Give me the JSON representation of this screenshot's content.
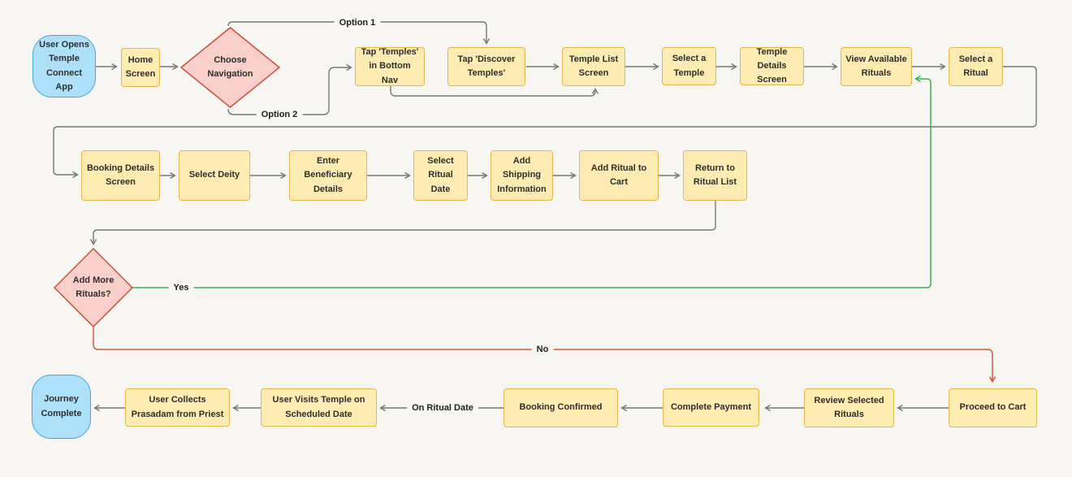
{
  "diagram": {
    "type": "flowchart",
    "title": "Temple Connect App user journey",
    "colors": {
      "background": "#f7f6f3",
      "process_fill": "#feecb3",
      "process_border": "#e3b64f",
      "terminal_fill": "#aee1f9",
      "terminal_border": "#49a8d8",
      "decision_fill": "#f9cfc9",
      "decision_border": "#c94f35",
      "edge_default": "#777777",
      "edge_yes": "#2fb84f",
      "edge_no": "#d65a3f",
      "text": "#2e2e2e"
    },
    "nodes": {
      "user_opens": {
        "label": "User Opens Temple Connect App",
        "type": "terminal"
      },
      "home_screen": {
        "label": "Home Screen",
        "type": "process"
      },
      "choose_navigation": {
        "label": "Choose Navigation",
        "type": "decision"
      },
      "tap_temples": {
        "label": "Tap 'Temples' in Bottom Nav",
        "type": "process"
      },
      "tap_discover": {
        "label": "Tap 'Discover Temples'",
        "type": "process"
      },
      "temple_list": {
        "label": "Temple List Screen",
        "type": "process"
      },
      "select_temple": {
        "label": "Select a Temple",
        "type": "process"
      },
      "temple_details": {
        "label": "Temple Details Screen",
        "type": "process"
      },
      "view_rituals": {
        "label": "View Available Rituals",
        "type": "process"
      },
      "select_ritual": {
        "label": "Select a Ritual",
        "type": "process"
      },
      "booking_details": {
        "label": "Booking Details Screen",
        "type": "process"
      },
      "select_deity": {
        "label": "Select Deity",
        "type": "process"
      },
      "enter_beneficiary": {
        "label": "Enter Beneficiary Details",
        "type": "process"
      },
      "select_ritual_date": {
        "label": "Select Ritual Date",
        "type": "process"
      },
      "add_shipping": {
        "label": "Add Shipping Information",
        "type": "process"
      },
      "add_ritual_cart": {
        "label": "Add Ritual to Cart",
        "type": "process"
      },
      "return_ritual_list": {
        "label": "Return to Ritual List",
        "type": "process"
      },
      "add_more_rituals": {
        "label": "Add More Rituals?",
        "type": "decision"
      },
      "proceed_cart": {
        "label": "Proceed to Cart",
        "type": "process"
      },
      "review_selected": {
        "label": "Review Selected Rituals",
        "type": "process"
      },
      "complete_payment": {
        "label": "Complete Payment",
        "type": "process"
      },
      "booking_confirmed": {
        "label": "Booking Confirmed",
        "type": "process"
      },
      "user_visits": {
        "label": "User Visits Temple on Scheduled Date",
        "type": "process"
      },
      "user_collects": {
        "label": "User Collects Prasadam from Priest",
        "type": "process"
      },
      "journey_complete": {
        "label": "Journey Complete",
        "type": "terminal"
      }
    },
    "edge_labels": {
      "option1": "Option 1",
      "option2": "Option 2",
      "yes": "Yes",
      "no": "No",
      "on_ritual_date": "On Ritual Date"
    },
    "edges": [
      {
        "from": "user_opens",
        "to": "home_screen"
      },
      {
        "from": "home_screen",
        "to": "choose_navigation"
      },
      {
        "from": "choose_navigation",
        "to": "tap_discover",
        "label": "Option 1"
      },
      {
        "from": "choose_navigation",
        "to": "tap_temples",
        "label": "Option 2"
      },
      {
        "from": "tap_temples",
        "to": "temple_list"
      },
      {
        "from": "tap_discover",
        "to": "temple_list"
      },
      {
        "from": "temple_list",
        "to": "select_temple"
      },
      {
        "from": "select_temple",
        "to": "temple_details"
      },
      {
        "from": "temple_details",
        "to": "view_rituals"
      },
      {
        "from": "view_rituals",
        "to": "select_ritual"
      },
      {
        "from": "select_ritual",
        "to": "booking_details"
      },
      {
        "from": "booking_details",
        "to": "select_deity"
      },
      {
        "from": "select_deity",
        "to": "enter_beneficiary"
      },
      {
        "from": "enter_beneficiary",
        "to": "select_ritual_date"
      },
      {
        "from": "select_ritual_date",
        "to": "add_shipping"
      },
      {
        "from": "add_shipping",
        "to": "add_ritual_cart"
      },
      {
        "from": "add_ritual_cart",
        "to": "return_ritual_list"
      },
      {
        "from": "return_ritual_list",
        "to": "add_more_rituals"
      },
      {
        "from": "add_more_rituals",
        "to": "view_rituals",
        "label": "Yes",
        "color": "#2fb84f"
      },
      {
        "from": "add_more_rituals",
        "to": "proceed_cart",
        "label": "No",
        "color": "#d65a3f"
      },
      {
        "from": "proceed_cart",
        "to": "review_selected"
      },
      {
        "from": "review_selected",
        "to": "complete_payment"
      },
      {
        "from": "complete_payment",
        "to": "booking_confirmed"
      },
      {
        "from": "booking_confirmed",
        "to": "user_visits",
        "label": "On Ritual Date"
      },
      {
        "from": "user_visits",
        "to": "user_collects"
      },
      {
        "from": "user_collects",
        "to": "journey_complete"
      }
    ]
  }
}
